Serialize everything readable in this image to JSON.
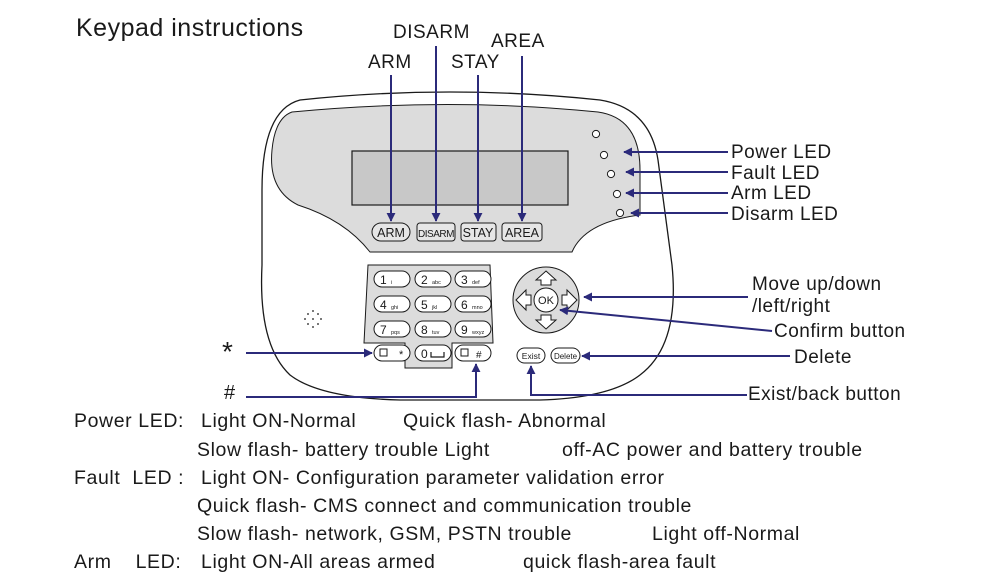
{
  "title": "Keypad instructions",
  "top_labels": {
    "arm": "ARM",
    "disarm": "DISARM",
    "stay": "STAY",
    "area": "AREA"
  },
  "led_labels": {
    "power": "Power LED",
    "fault": "Fault LED",
    "arm": "Arm LED",
    "disarm": "Disarm LED"
  },
  "side_labels": {
    "move_line1": "Move up/down",
    "move_line2": "/left/right",
    "confirm": "Confirm button",
    "delete": "Delete",
    "exist_back": "Exist/back button",
    "star": "*",
    "hash": "#"
  },
  "keypad_buttons": {
    "arm": "ARM",
    "disarm": "DISARM",
    "stay": "STAY",
    "area": "AREA",
    "ok": "OK",
    "exist": "Exist",
    "delete": "Delete"
  },
  "number_keys": [
    {
      "num": "1",
      "sub": "i"
    },
    {
      "num": "2",
      "sub": "abc"
    },
    {
      "num": "3",
      "sub": "def"
    },
    {
      "num": "4",
      "sub": "ghi"
    },
    {
      "num": "5",
      "sub": "jkl"
    },
    {
      "num": "6",
      "sub": "mno"
    },
    {
      "num": "7",
      "sub": "pqs"
    },
    {
      "num": "8",
      "sub": "tuv"
    },
    {
      "num": "9",
      "sub": "wxyz"
    }
  ],
  "special_keys": {
    "star": "*",
    "zero": "0",
    "hash": "#"
  },
  "descriptions": {
    "power_label": "Power LED:",
    "power_1": "Light ON-Normal",
    "power_2": "Quick flash- Abnormal",
    "power_3": "Slow flash- battery trouble Light",
    "power_4": "off-AC power and battery trouble",
    "fault_label": "Fault  LED :",
    "fault_1": "Light ON- Configuration parameter validation error",
    "fault_2": "Quick flash- CMS connect and communication trouble",
    "fault_3": "Slow flash- network, GSM, PSTN trouble",
    "fault_4": "Light off-Normal",
    "arm_label": "Arm    LED:",
    "arm_1": "Light ON-All areas armed",
    "arm_2": "quick flash-area fault"
  },
  "colors": {
    "arrow": "#2b2a7a",
    "ink": "#1a1a1a",
    "panel": "#dcdcdc",
    "screen": "#c8c8c8"
  }
}
